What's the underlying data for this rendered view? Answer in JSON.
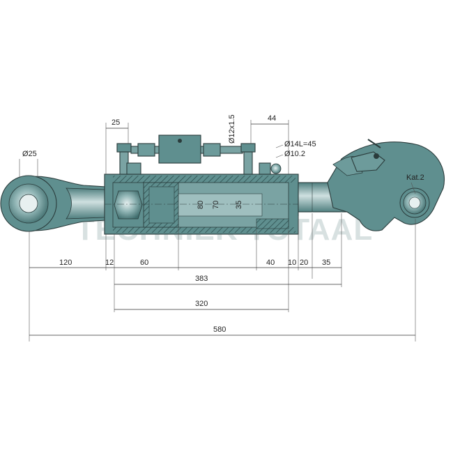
{
  "colors": {
    "body": "#5f8f8f",
    "body_dark": "#3f6d6d",
    "section": "#7aa3a3",
    "hatch": "#2e4f4f",
    "highlight": "#cfe0e0",
    "line": "#2a3b3b",
    "watermark": "#b9c9c9"
  },
  "watermark": "TECHNIEK TOTAAL",
  "labels": {
    "ball_dia": "Ø25",
    "cat": "Kat.2",
    "top_width": "25",
    "thread": "Ø12x1.5",
    "top_spacing": "44",
    "pin": "Ø14L=45",
    "pin_hole": "Ø10.2",
    "dia_80": "80",
    "dia_70": "70",
    "dia_35": "35"
  },
  "dimensions": {
    "row1": [
      "120",
      "12",
      "60",
      "40",
      "10",
      "20",
      "35"
    ],
    "overall_383": "383",
    "overall_320": "320",
    "overall_580": "580"
  }
}
